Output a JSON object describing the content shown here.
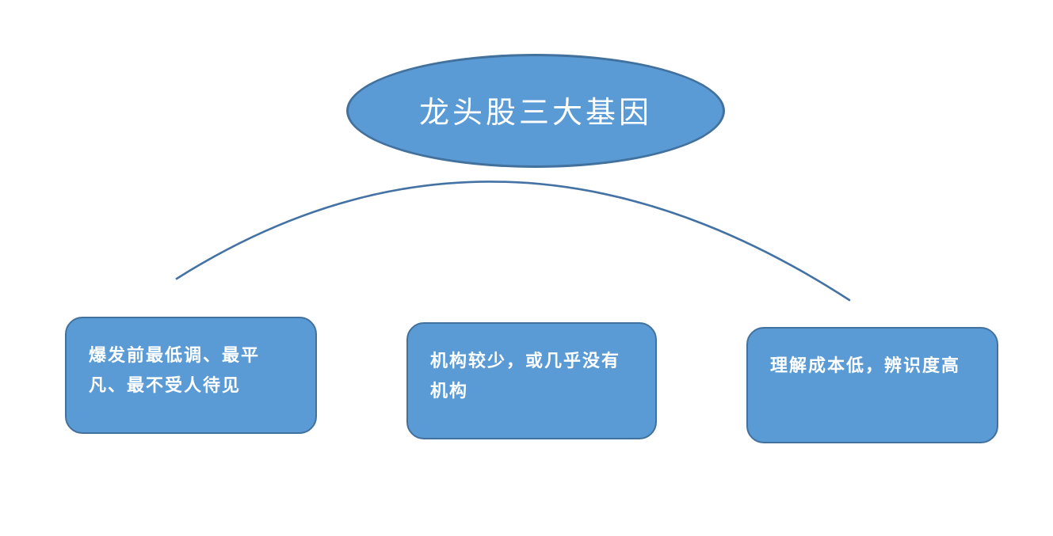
{
  "diagram": {
    "title": "龙头股三大基因",
    "boxes": [
      {
        "label": "爆发前最低调、最平凡、最不受人待见"
      },
      {
        "label": "机构较少，或几乎没有机构"
      },
      {
        "label": "理解成本低，辨识度高"
      }
    ],
    "colors": {
      "shape_fill": "#5B9BD5",
      "shape_border": "#41719C",
      "connector": "#4472A4",
      "text": "#FFFFFF",
      "background": "#FFFFFF"
    }
  }
}
